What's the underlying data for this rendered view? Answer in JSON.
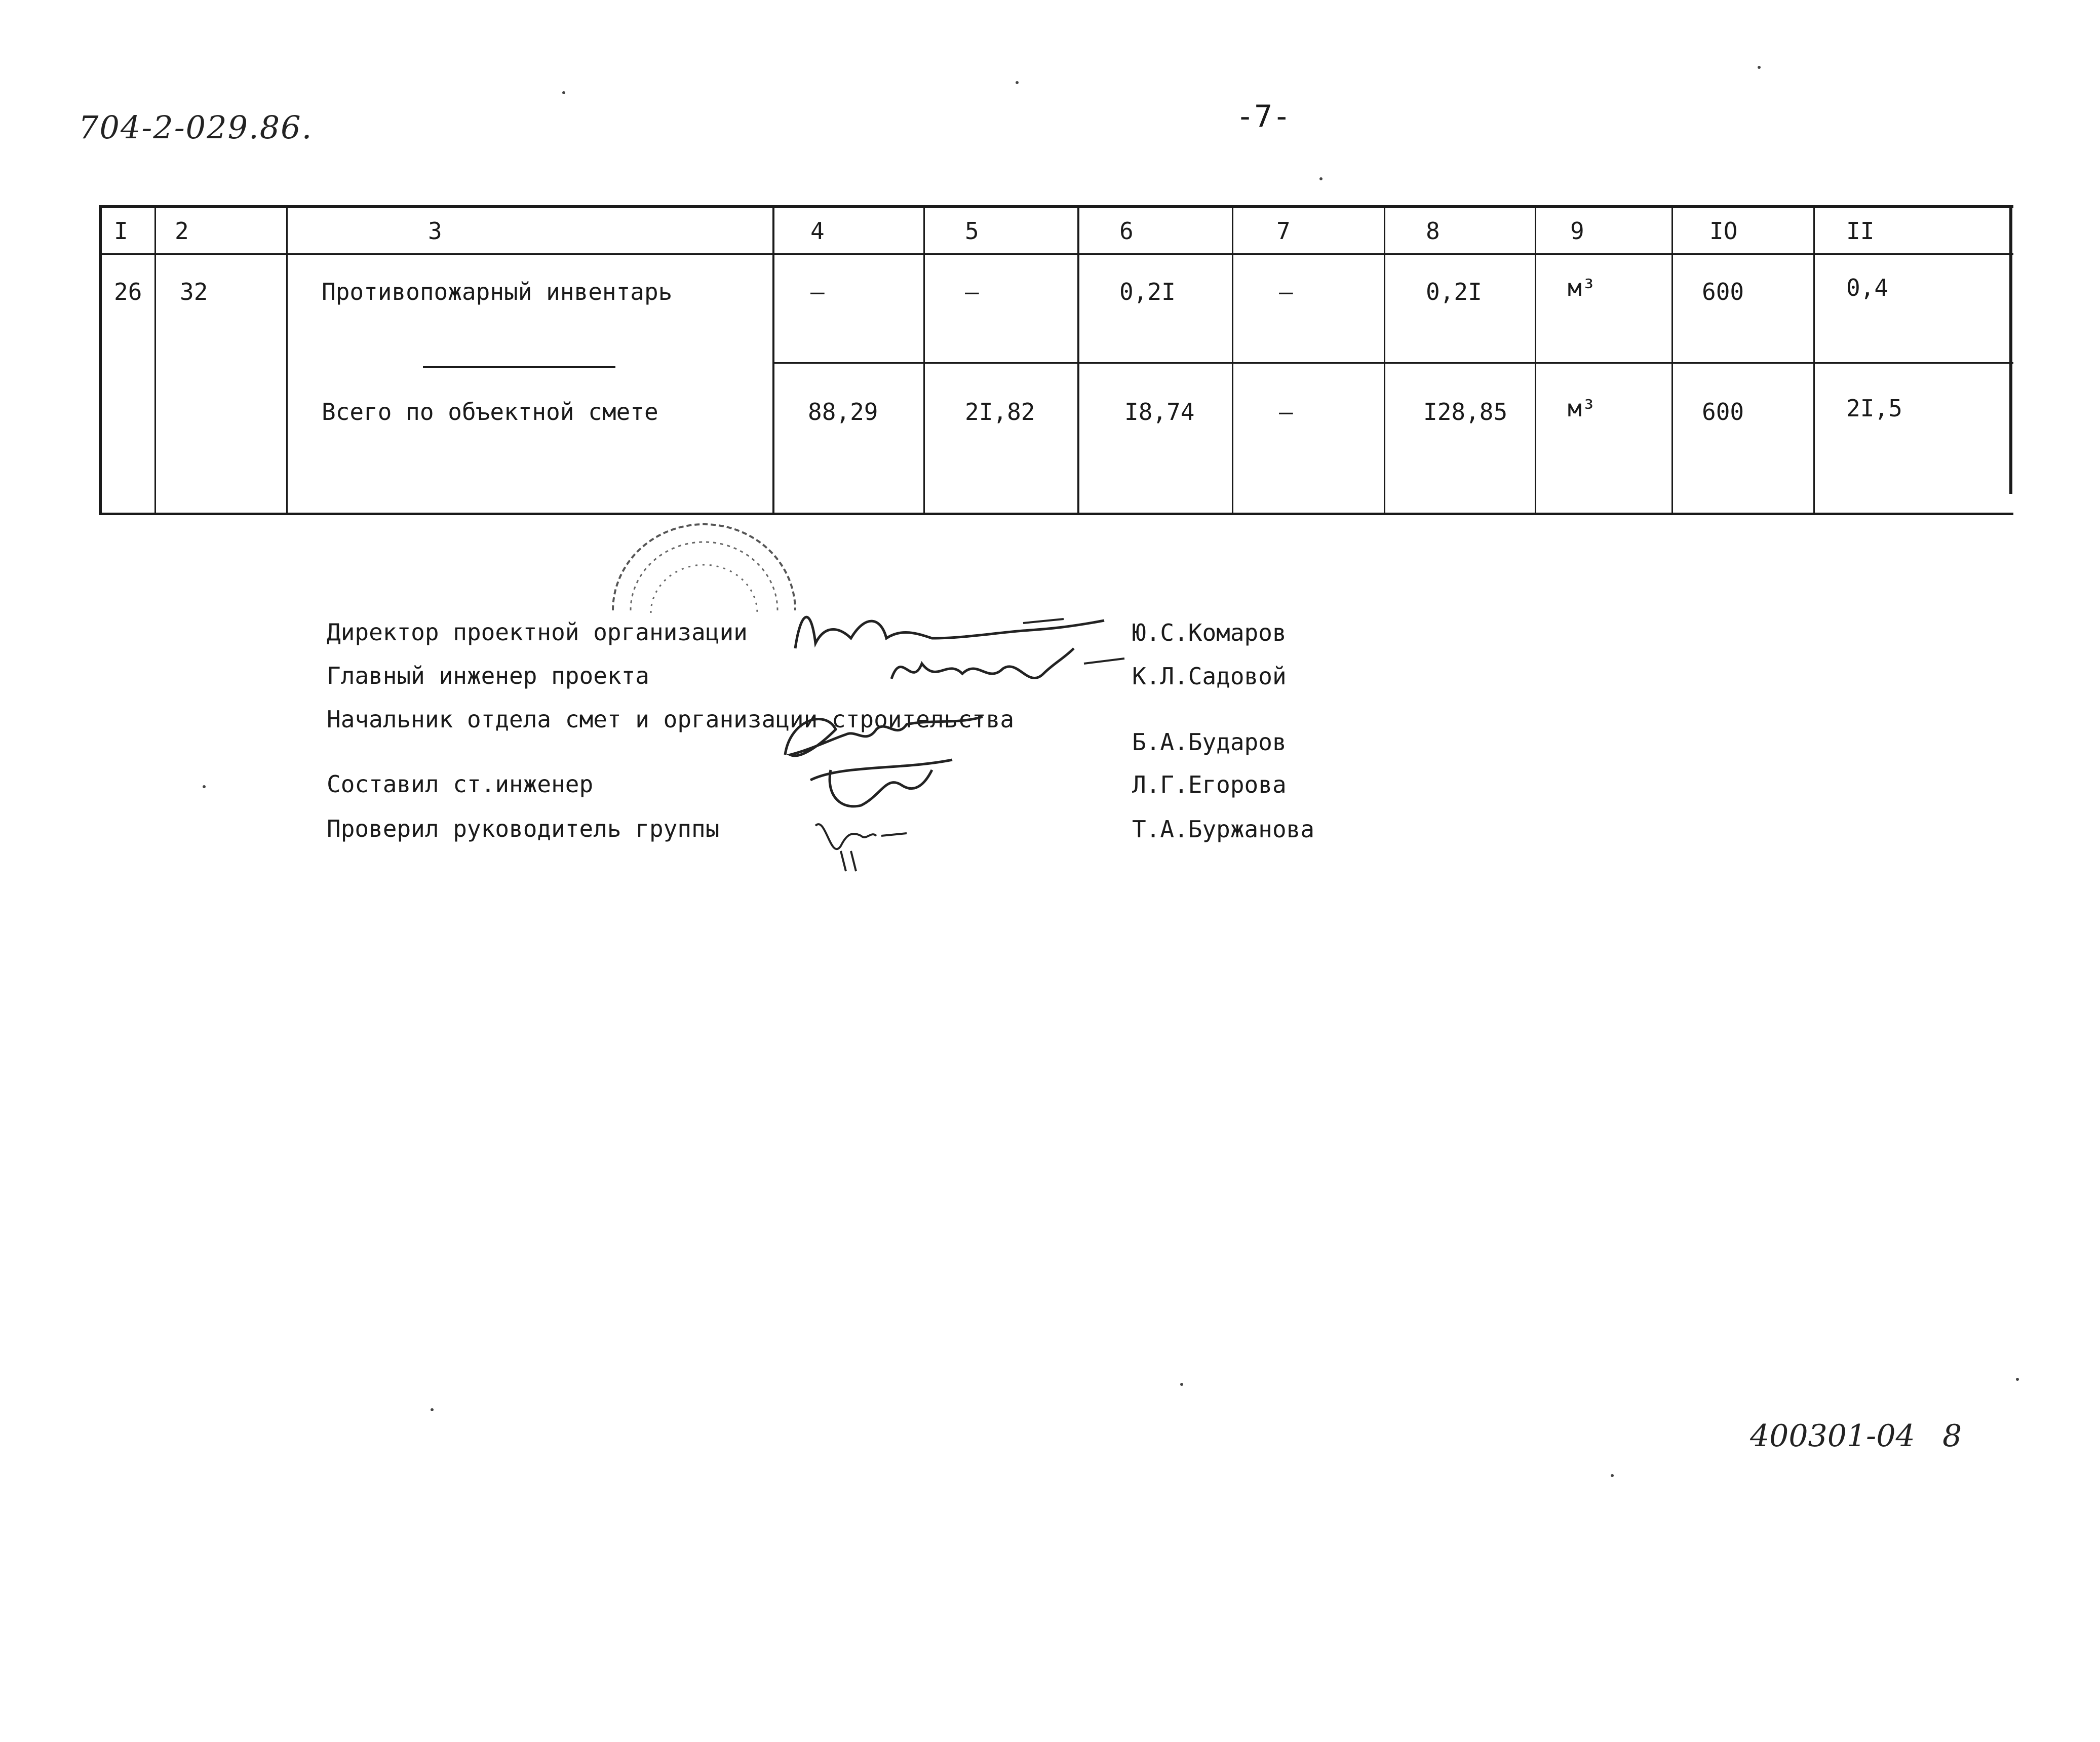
{
  "header": {
    "doc_code": "704-2-029.86.",
    "page_number": "-7-"
  },
  "table": {
    "column_numbers": [
      "I",
      "2",
      "3",
      "4",
      "5",
      "6",
      "7",
      "8",
      "9",
      "IO",
      "II"
    ],
    "rows": [
      {
        "col1": "26",
        "col2": "32",
        "description": "Противопожарный инвентарь",
        "col4": "–",
        "col5": "–",
        "col6": "0,2I",
        "col7": "–",
        "col8": "0,2I",
        "unit": "м³",
        "col10": "600",
        "col11": "0,4"
      },
      {
        "col1": "",
        "col2": "",
        "description": "Всего по объектной смете",
        "col4": "88,29",
        "col5": "2I,82",
        "col6": "I8,74",
        "col7": "–",
        "col8": "I28,85",
        "unit": "м³",
        "col10": "600",
        "col11": "2I,5"
      }
    ]
  },
  "signatures": [
    {
      "title": "Директор проектной организации",
      "name": "Ю.С.Комаров"
    },
    {
      "title": "Главный инженер проекта",
      "name": "К.Л.Садовой"
    },
    {
      "title": "Начальник отдела смет и организации строительства",
      "name": "Б.А.Бударов"
    },
    {
      "title": "Составил ст.инженер",
      "name": "Л.Г.Егорова"
    },
    {
      "title": "Проверил руководитель группы",
      "name": "Т.А.Буржанова"
    }
  ],
  "footer": {
    "archive_code": "400301-04",
    "sheet_number": "8"
  }
}
